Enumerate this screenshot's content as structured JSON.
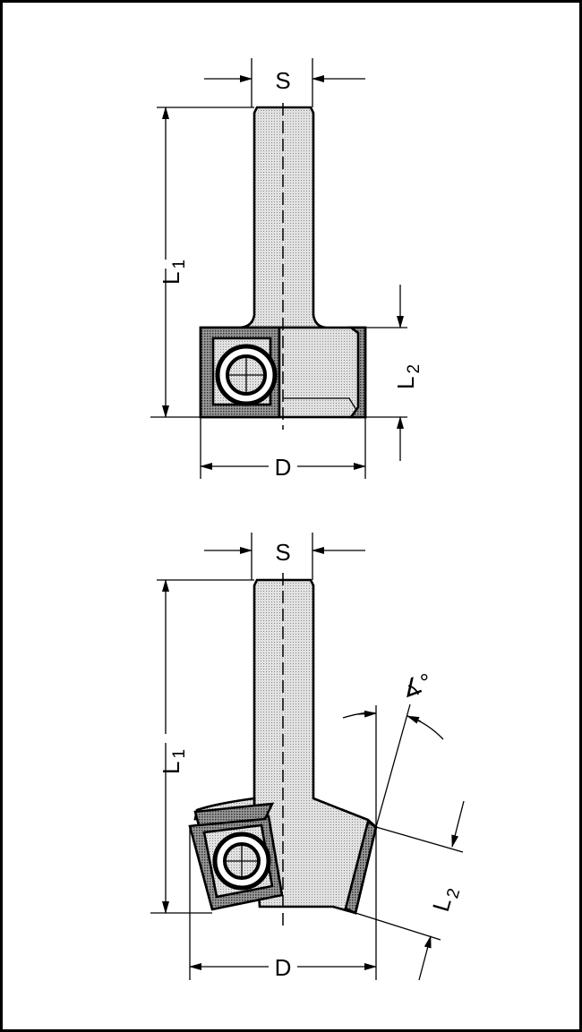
{
  "colors": {
    "shank": "#d6d6d6",
    "body": "#c8c8c8",
    "insert": "#8a8a8a",
    "line": "#000000"
  },
  "top_drawing": {
    "shank_label": "S",
    "length_label": "L",
    "length_sub": "1",
    "cut_length_label": "L",
    "cut_length_sub": "2",
    "diameter_label": "D"
  },
  "bottom_drawing": {
    "shank_label": "S",
    "length_label": "L",
    "length_sub": "1",
    "cut_length_label": "L",
    "cut_length_sub": "2",
    "diameter_label": "D",
    "angle_label": "∡°"
  }
}
